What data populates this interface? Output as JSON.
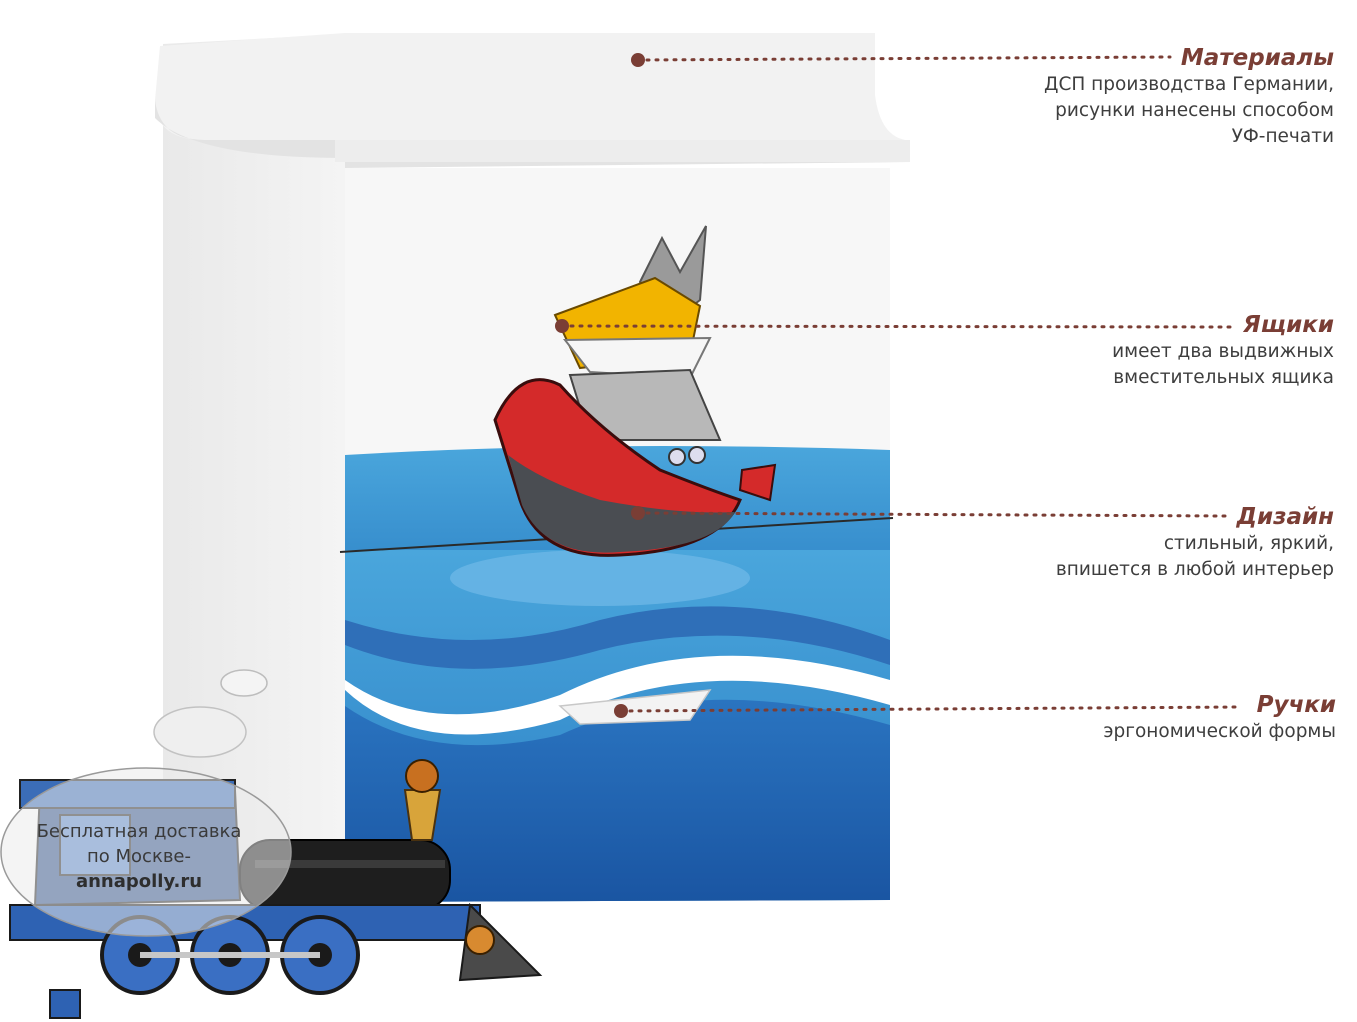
{
  "callouts": [
    {
      "title": "Материалы",
      "text": "ДСП производства Германии,\nрисунки нанесены способом\nУФ-печати"
    },
    {
      "title": "Ящики",
      "text": "имеет два выдвижных\nвместительных ящика"
    },
    {
      "title": "Дизайн",
      "text": "стильный, яркий,\nвпишется в любой интерьер"
    },
    {
      "title": "Ручки",
      "text": "эргономической формы"
    }
  ],
  "promo": {
    "line1": "Бесплатная доставка",
    "line2": "по Москве-",
    "site": "annapolly.ru"
  },
  "colors": {
    "accent": "#7a3e35",
    "body_text": "#3e3e3e",
    "sea_light": "#3a9ad6",
    "sea_dark": "#1c5fae",
    "boat_red": "#d42a2a"
  }
}
